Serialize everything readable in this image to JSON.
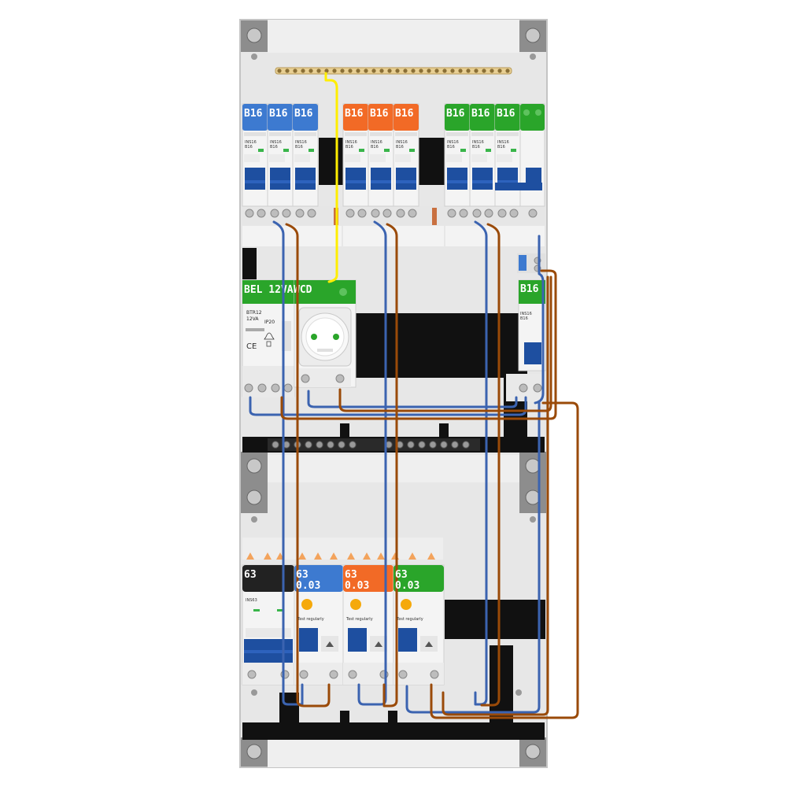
{
  "colors": {
    "blue": "#3d7ad0",
    "orange": "#f26a26",
    "green": "#2aa52a",
    "black": "#222222",
    "lever": "#1e4fa0",
    "wire_blue": "#3b63b0",
    "wire_brown": "#9a4a08",
    "wire_yellow": "#ffee00"
  },
  "top_row": {
    "breakers": [
      {
        "label": "B16",
        "color": "blue",
        "model": "INS16",
        "rating": "B16"
      },
      {
        "label": "B16",
        "color": "blue",
        "model": "INS16",
        "rating": "B16"
      },
      {
        "label": "B16",
        "color": "blue",
        "model": "INS16",
        "rating": "B16"
      },
      {
        "label": "B16",
        "color": "orange",
        "model": "INS16",
        "rating": "B16"
      },
      {
        "label": "B16",
        "color": "orange",
        "model": "INS16",
        "rating": "B16"
      },
      {
        "label": "B16",
        "color": "orange",
        "model": "INS16",
        "rating": "B16"
      },
      {
        "label": "B16",
        "color": "green",
        "model": "INS16",
        "rating": "B16"
      },
      {
        "label": "B16",
        "color": "green",
        "model": "INS16",
        "rating": "B16"
      },
      {
        "label": "B16",
        "color": "green",
        "model": "INS16",
        "rating": "B16"
      }
    ]
  },
  "middle_row": {
    "transformer": {
      "label": "BEL 12VA",
      "model": "BTR12",
      "rating": "12VA",
      "ip": "IP20",
      "ce": "CE"
    },
    "socket": {
      "label": "WCD"
    },
    "right_breaker": {
      "label": "B16",
      "model": "INS16",
      "rating": "B16"
    }
  },
  "bottom_row": {
    "devices": [
      {
        "label_line1": "63",
        "label_line2": "",
        "color": "black",
        "model": "INS63"
      },
      {
        "label_line1": "63",
        "label_line2": "0.03",
        "color": "blue",
        "model": "RCD"
      },
      {
        "label_line1": "63",
        "label_line2": "0.03",
        "color": "orange",
        "model": "RCD"
      },
      {
        "label_line1": "63",
        "label_line2": "0.03",
        "color": "green",
        "model": "RCD"
      }
    ],
    "test_text": "Test regularly"
  }
}
